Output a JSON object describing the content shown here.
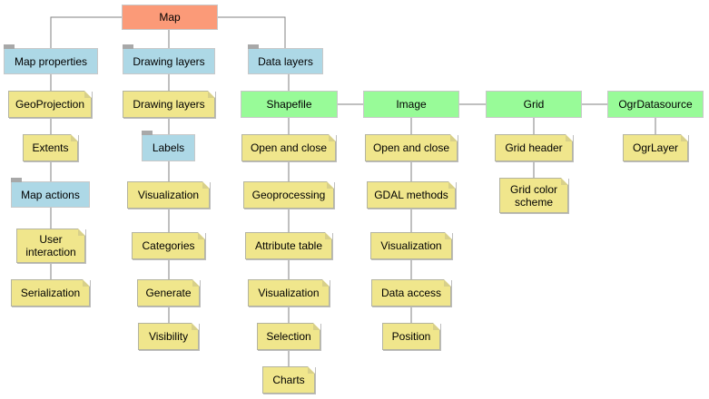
{
  "nodes": {
    "map": "Map",
    "map_properties": "Map properties",
    "geoprojection": "GeoProjection",
    "extents": "Extents",
    "map_actions": "Map actions",
    "user_interaction": "User interaction",
    "serialization": "Serialization",
    "drawing_layers_folder": "Drawing layers",
    "drawing_layers_note": "Drawing layers",
    "labels": "Labels",
    "labels_visualization": "Visualization",
    "categories": "Categories",
    "generate": "Generate",
    "visibility": "Visibility",
    "data_layers": "Data layers",
    "shapefile": "Shapefile",
    "sf_open_close": "Open and close",
    "geoprocessing": "Geoprocessing",
    "attribute_table": "Attribute table",
    "sf_visualization": "Visualization",
    "selection": "Selection",
    "charts": "Charts",
    "image": "Image",
    "img_open_close": "Open and close",
    "gdal_methods": "GDAL methods",
    "img_visualization": "Visualization",
    "data_access": "Data access",
    "position": "Position",
    "grid": "Grid",
    "grid_header": "Grid header",
    "grid_color_scheme": "Grid color scheme",
    "ogr_datasource": "OgrDatasource",
    "ogr_layer": "OgrLayer"
  },
  "colors": {
    "root": "#fb9a78",
    "folder": "#add8e6",
    "class": "#98fb98",
    "note": "#f0e68c",
    "connector": "#808080"
  }
}
